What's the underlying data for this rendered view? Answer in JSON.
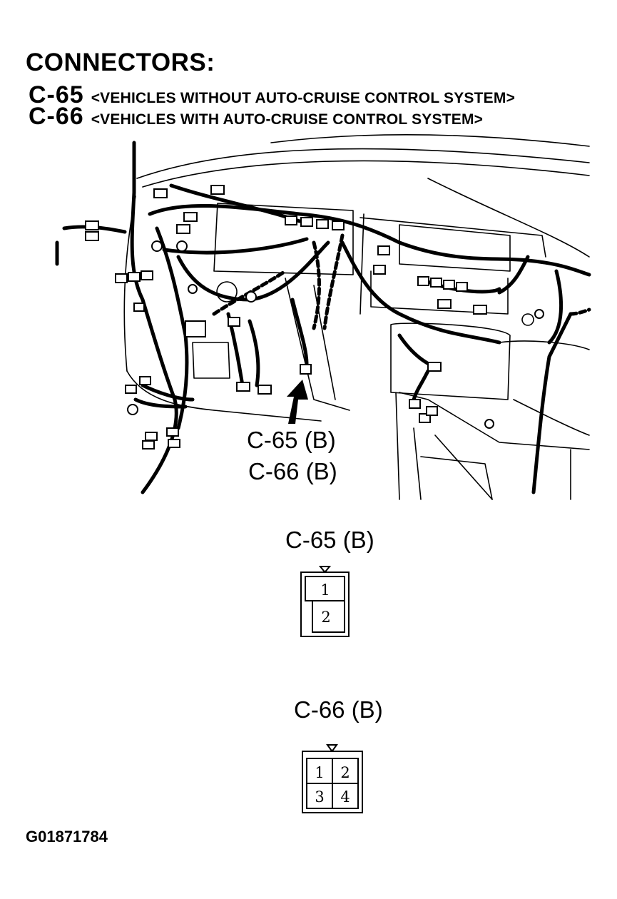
{
  "heading": "CONNECTORS:",
  "connectors": [
    {
      "code": "C-65",
      "description": "<VEHICLES WITHOUT AUTO-CRUISE CONTROL SYSTEM>"
    },
    {
      "code": "C-66",
      "description": "<VEHICLES WITH AUTO-CRUISE CONTROL SYSTEM>"
    }
  ],
  "callout": {
    "line1": "C-65 (B)",
    "line2": "C-66 (B)"
  },
  "detail_c65": {
    "label": "C-65 (B)",
    "pins": [
      "1",
      "2"
    ]
  },
  "detail_c66": {
    "label": "C-66 (B)",
    "pins": [
      "1",
      "2",
      "3",
      "4"
    ]
  },
  "figure_id": "G01871784"
}
